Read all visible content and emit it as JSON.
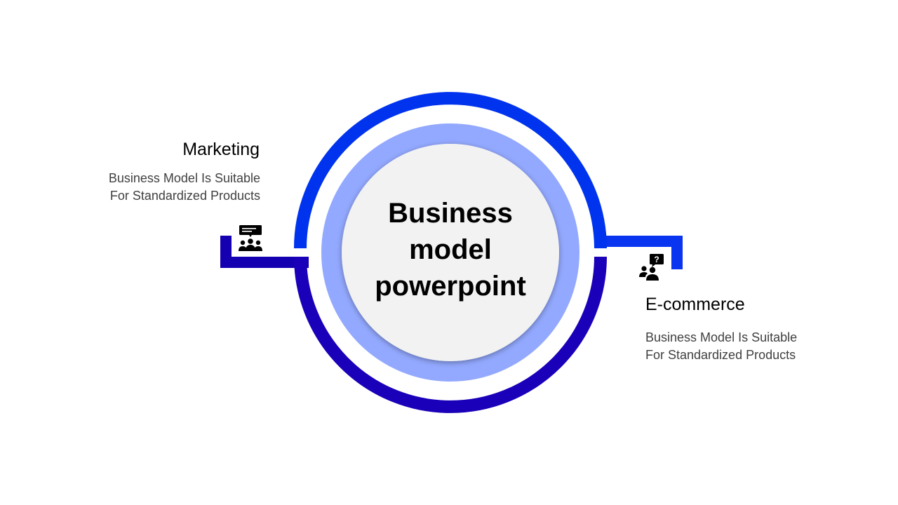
{
  "center": {
    "line1": "Business",
    "line2": "model",
    "line3": "powerpoint"
  },
  "left_item": {
    "title": "Marketing",
    "desc_line1": "Business Model Is Suitable",
    "desc_line2": "For Standardized  Products",
    "icon": "audience-presentation-icon"
  },
  "right_item": {
    "title": "E-commerce",
    "desc_line1": "Business Model Is Suitable",
    "desc_line2": "For Standardized  Products",
    "icon": "customer-question-icon"
  },
  "colors": {
    "ring_top": "#0033ee",
    "ring_bottom": "#1a00b8",
    "ring_inner": "#93a9ff",
    "core": "#f2f2f2",
    "bracket_left": "#1400b0",
    "bracket_right": "#0a35f0"
  }
}
